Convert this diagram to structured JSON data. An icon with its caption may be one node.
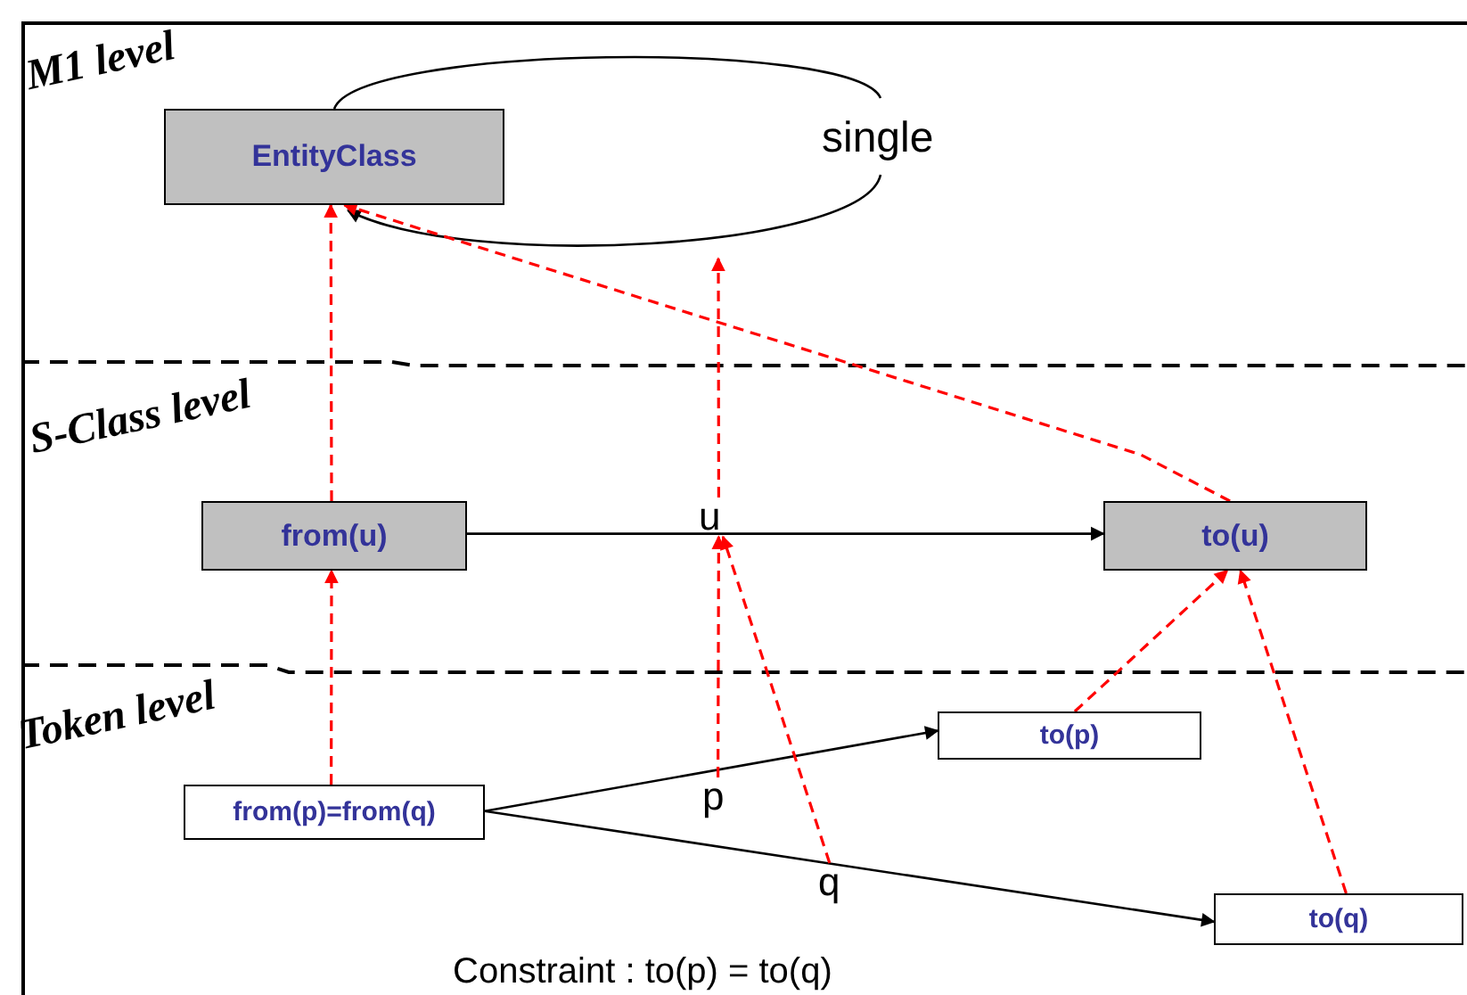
{
  "diagram": {
    "nodes": [
      {
        "text": [
          "EntityClass"
        ]
      },
      {
        "text": [
          "from(u)"
        ]
      },
      {
        "text": [
          "to(u)"
        ]
      },
      {
        "text": [
          "from(p)=from(q)"
        ]
      },
      {
        "text": [
          "to(p)"
        ]
      },
      {
        "text": [
          "to(q)"
        ]
      },
      {
        "text": [
          "u"
        ]
      },
      {
        "text": [
          "p"
        ]
      },
      {
        "text": [
          "q"
        ]
      }
    ],
    "edges": [
      {
        "from": 0,
        "to": 0,
        "arrow": "to",
        "label": "single",
        "color": "#000000"
      },
      {
        "from": 1,
        "to": 2,
        "arrow": "to",
        "color": "#000000"
      },
      {
        "from": 3,
        "to": 4,
        "arrow": "to",
        "color": "#000000"
      },
      {
        "from": 3,
        "to": 5,
        "arrow": "to",
        "color": "#000000"
      },
      {
        "from": 3,
        "to": 1,
        "arrow": "to",
        "style": "dashed",
        "color": "#ff0000"
      },
      {
        "from": 1,
        "to": 0,
        "arrow": "to",
        "style": "dashed",
        "color": "#ff0000"
      },
      {
        "from": 4,
        "to": 2,
        "arrow": "to",
        "style": "dashed",
        "color": "#ff0000"
      },
      {
        "from": 5,
        "to": 2,
        "arrow": "to",
        "style": "dashed",
        "color": "#ff0000"
      },
      {
        "from": 2,
        "to": 0,
        "arrow": "to",
        "style": "dashed",
        "color": "#ff0000"
      },
      {
        "from": 6,
        "to": null,
        "arrow": "to",
        "style": "dashed",
        "color": "#ff0000"
      },
      {
        "from": 7,
        "to": 6,
        "arrow": "to",
        "style": "dashed",
        "color": "#ff0000"
      },
      {
        "from": 8,
        "to": 6,
        "arrow": "to",
        "style": "dashed",
        "color": "#ff0000"
      }
    ],
    "labels": [
      "M1 level",
      "S-Class level",
      "Token level",
      "Constraint : to(p) = to(q)"
    ]
  }
}
